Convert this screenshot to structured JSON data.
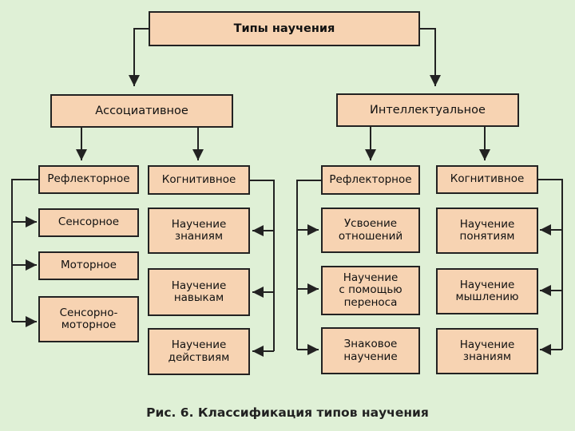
{
  "diagram": {
    "root": "Типы научения",
    "branches": {
      "associative": "Ассоциативное",
      "intellectual": "Интеллектуальное"
    },
    "associative": {
      "reflex": {
        "label": "Рефлекторное",
        "children": [
          "Сенсорное",
          "Моторное",
          "Сенсорно-\nмоторное"
        ]
      },
      "cognitive": {
        "label": "Когнитивное",
        "children": [
          "Научение\nзнаниям",
          "Научение\nнавыкам",
          "Научение\nдействиям"
        ]
      }
    },
    "intellectual": {
      "reflex": {
        "label": "Рефлекторное",
        "children": [
          "Усвоение\nотношений",
          "Научение\nс помощью\nпереноса",
          "Знаковое\nнаучение"
        ]
      },
      "cognitive": {
        "label": "Когнитивное",
        "children": [
          "Научение\nпонятиям",
          "Научение\nмышлению",
          "Научение\nзнаниям"
        ]
      }
    },
    "caption": "Рис. 6. Классификация типов научения"
  },
  "colors": {
    "background": "#dff0d6",
    "box_fill": "#f7d3b2",
    "line": "#222222"
  }
}
